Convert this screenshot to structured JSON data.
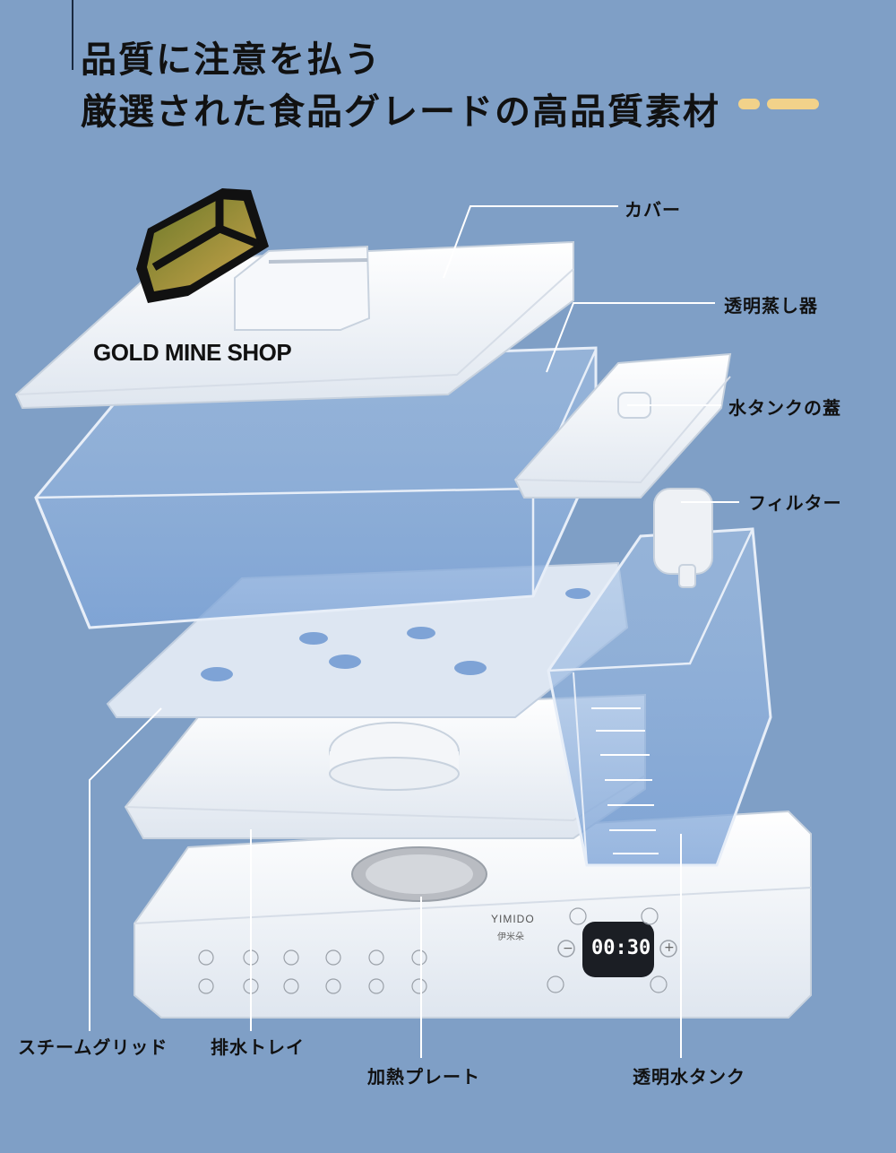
{
  "headline": {
    "line1": "品質に注意を払う",
    "line2": "厳選された食品グレードの高品質素材"
  },
  "watermark": {
    "shop_name": "GOLD MINE SHOP"
  },
  "labels": {
    "cover": "カバー",
    "transparent_steamer": "透明蒸し器",
    "water_tank_lid": "水タンクの蓋",
    "filter": "フィルター",
    "steam_grid": "スチームグリッド",
    "drain_tray": "排水トレイ",
    "heating_plate": "加熱プレート",
    "transparent_water_tank": "透明水タンク"
  },
  "device": {
    "brand": "YIMIDO",
    "brand_sub": "伊米朵",
    "timer_display": "00:30",
    "minus_symbol": "−",
    "plus_symbol": "+"
  },
  "colors": {
    "background": "#7f9fc6",
    "accent_dash": "#f2d28a",
    "text": "#111111"
  }
}
